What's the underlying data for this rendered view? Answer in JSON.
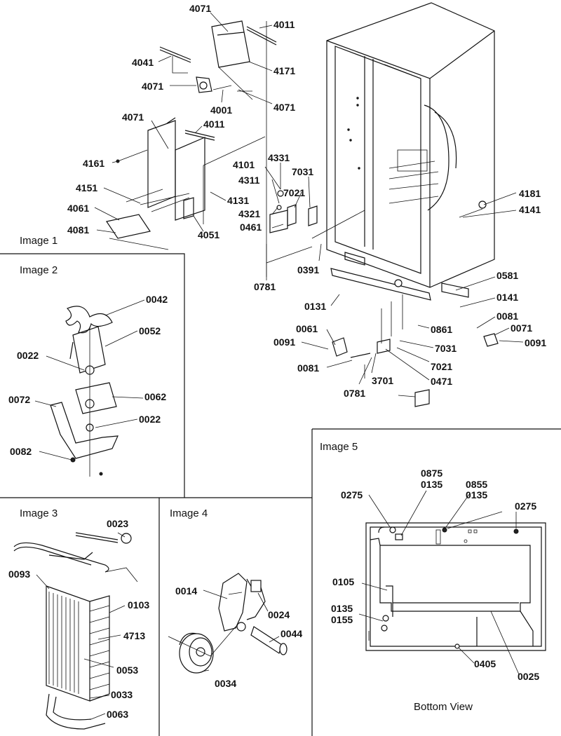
{
  "panels": {
    "image1": "Image 1",
    "image2": "Image 2",
    "image3": "Image 3",
    "image4": "Image 4",
    "image5": "Image 5",
    "bottom_view": "Bottom View"
  },
  "callouts": {
    "c4071a": "4071",
    "c4011a": "4011",
    "c4041": "4041",
    "c4171": "4171",
    "c4071b": "4071",
    "c4001": "4001",
    "c4071c": "4071",
    "c4071d": "4071",
    "c4011b": "4011",
    "c4161": "4161",
    "c4151": "4151",
    "c4061": "4061",
    "c4081": "4081",
    "c4131": "4131",
    "c4051": "4051",
    "c4101": "4101",
    "c4331": "4331",
    "c7031a": "7031",
    "c4311": "4311",
    "c7021a": "7021",
    "c4321": "4321",
    "c0461": "0461",
    "c0781a": "0781",
    "c0391": "0391",
    "c4181": "4181",
    "c4141": "4141",
    "c0581": "0581",
    "c0131": "0131",
    "c0141": "0141",
    "c0081a": "0081",
    "c0061": "0061",
    "c0861": "0861",
    "c0071": "0071",
    "c0091a": "0091",
    "c0091b": "0091",
    "c7031b": "7031",
    "c7021b": "7021",
    "c0081b": "0081",
    "c3701": "3701",
    "c0471": "0471",
    "c0781b": "0781",
    "c0042": "0042",
    "c0052": "0052",
    "c0022a": "0022",
    "c0072": "0072",
    "c0062": "0062",
    "c0022b": "0022",
    "c0082": "0082",
    "c0023": "0023",
    "c0093": "0093",
    "c0103": "0103",
    "c4713": "4713",
    "c0053": "0053",
    "c0033": "0033",
    "c0063": "0063",
    "c0014": "0014",
    "c0024": "0024",
    "c0044": "0044",
    "c0034": "0034",
    "c0275a": "0275",
    "c0875": "0875",
    "c0135a": "0135",
    "c0855": "0855",
    "c0135b": "0135",
    "c0275b": "0275",
    "c0105": "0105",
    "c0135c": "0135",
    "c0155": "0155",
    "c0405": "0405",
    "c0025": "0025"
  }
}
